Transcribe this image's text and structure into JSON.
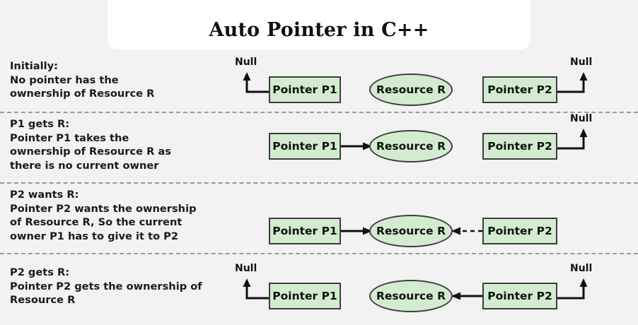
{
  "title": {
    "text": "Auto Pointer in C++"
  },
  "colors": {
    "page_background": "#f2f2f2",
    "panel_background": "#ffffff",
    "node_fill": "#d3ecd0",
    "node_border": "#3d3d3d",
    "separator": "#999999",
    "text": "#111111"
  },
  "labels": {
    "pointer_p1": "Pointer P1",
    "pointer_p2": "Pointer P2",
    "resource_r": "Resource R",
    "null": "Null"
  },
  "rows": [
    {
      "id": "initially",
      "caption": {
        "heading": "Initially:",
        "lines": [
          "No pointer has the",
          "ownership of Resource R"
        ]
      },
      "nodes": {
        "p1": "Pointer P1",
        "resource": "Resource R",
        "p2": "Pointer P2"
      },
      "null_left": "Null",
      "null_right": "Null",
      "edges": []
    },
    {
      "id": "p1-gets-r",
      "caption": {
        "heading": "P1 gets R:",
        "lines": [
          "Pointer P1 takes the",
          "ownership of Resource R as",
          "there is no current owner"
        ]
      },
      "nodes": {
        "p1": "Pointer P1",
        "resource": "Resource R",
        "p2": "Pointer P2"
      },
      "null_left": null,
      "null_right": "Null",
      "edges": [
        {
          "from": "p1",
          "to": "resource",
          "style": "solid",
          "direction": "right"
        }
      ]
    },
    {
      "id": "p2-wants-r",
      "caption": {
        "heading": "P2 wants R:",
        "lines": [
          "Pointer P2 wants the ownership",
          "of Resource R, So the current",
          "owner P1 has to give it to P2"
        ]
      },
      "nodes": {
        "p1": "Pointer P1",
        "resource": "Resource R",
        "p2": "Pointer P2"
      },
      "null_left": null,
      "null_right": null,
      "edges": [
        {
          "from": "p1",
          "to": "resource",
          "style": "solid",
          "direction": "right"
        },
        {
          "from": "p2",
          "to": "resource",
          "style": "dashed",
          "direction": "left"
        }
      ]
    },
    {
      "id": "p2-gets-r",
      "caption": {
        "heading": "P2 gets R:",
        "lines": [
          "Pointer P2 gets the ownership of",
          "Resource R"
        ]
      },
      "nodes": {
        "p1": "Pointer P1",
        "resource": "Resource R",
        "p2": "Pointer P2"
      },
      "null_left": "Null",
      "null_right": "Null",
      "edges": [
        {
          "from": "p2",
          "to": "resource",
          "style": "solid",
          "direction": "left"
        }
      ]
    }
  ]
}
